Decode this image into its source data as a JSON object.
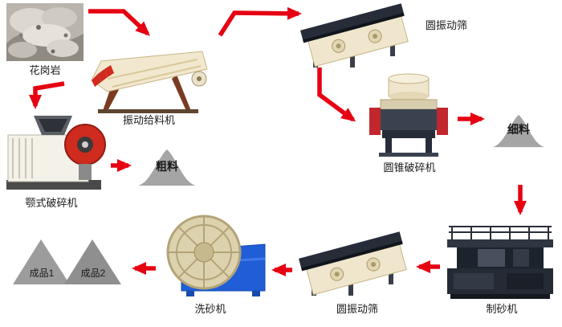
{
  "diagram": {
    "type": "process-flow",
    "nodes": {
      "granite": {
        "label": "花岗岩",
        "kind": "raw-material-photo"
      },
      "vibrating_feeder": {
        "label": "振动给料机",
        "kind": "machine"
      },
      "jaw_crusher": {
        "label": "颚式破碎机",
        "kind": "machine"
      },
      "coarse_material": {
        "label": "粗料",
        "kind": "material-pile"
      },
      "circular_vibrating_screen_top": {
        "label": "圆振动筛",
        "kind": "machine"
      },
      "cone_crusher": {
        "label": "圆锥破碎机",
        "kind": "machine"
      },
      "fine_material": {
        "label": "细料",
        "kind": "material-pile"
      },
      "sand_making_machine": {
        "label": "制砂机",
        "kind": "machine"
      },
      "circular_vibrating_screen_bottom": {
        "label": "圆振动筛",
        "kind": "machine"
      },
      "sand_washing_machine": {
        "label": "洗砂机",
        "kind": "machine"
      },
      "finished_product_1": {
        "label": "成品1",
        "kind": "product-pile"
      },
      "finished_product_2": {
        "label": "成品2",
        "kind": "product-pile"
      }
    },
    "edges": [
      {
        "from": "granite",
        "to": "vibrating_feeder"
      },
      {
        "from": "vibrating_feeder",
        "to": "jaw_crusher"
      },
      {
        "from": "jaw_crusher",
        "to": "coarse_material"
      },
      {
        "from": "coarse_material",
        "to": "circular_vibrating_screen_top"
      },
      {
        "from": "circular_vibrating_screen_top",
        "to": "cone_crusher"
      },
      {
        "from": "cone_crusher",
        "to": "fine_material"
      },
      {
        "from": "fine_material",
        "to": "sand_making_machine"
      },
      {
        "from": "sand_making_machine",
        "to": "circular_vibrating_screen_bottom"
      },
      {
        "from": "circular_vibrating_screen_bottom",
        "to": "sand_washing_machine"
      },
      {
        "from": "sand_washing_machine",
        "to": "finished_product_1"
      },
      {
        "from": "sand_washing_machine",
        "to": "finished_product_2"
      }
    ],
    "colors": {
      "arrow": "#e60012",
      "pile_gray": "#a5a5a5",
      "machine_cream": "#f0e7d0",
      "screen_deck_dark": "#262c38",
      "washer_blue": "#1f5ed6",
      "flywheel_red": "#cf2b1e",
      "sand_maker_dark": "#20262f",
      "label_text": "#1a1a1a"
    }
  }
}
